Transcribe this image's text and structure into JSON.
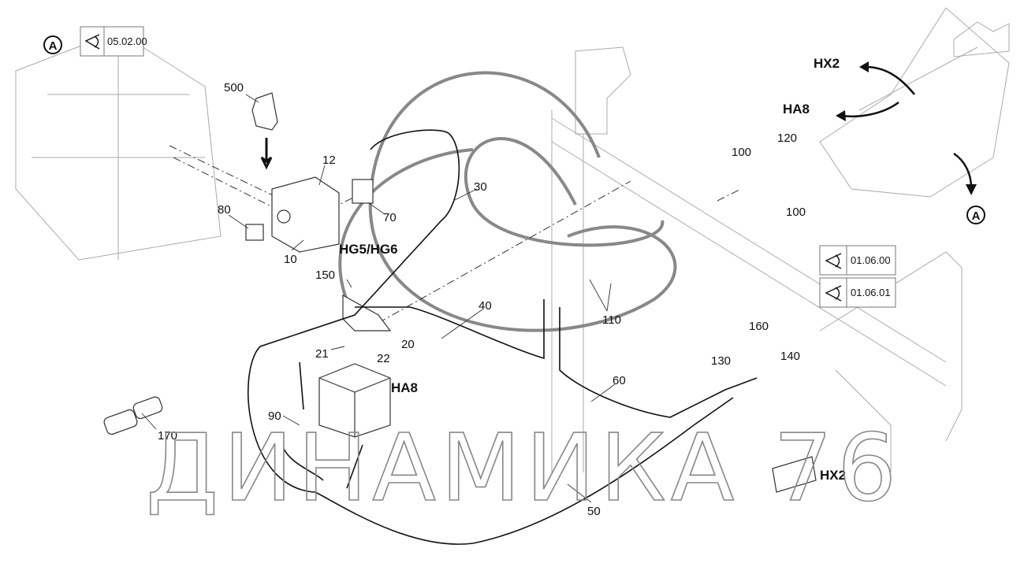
{
  "watermark": "ДИНАМИКА 76",
  "reference_boxes": [
    {
      "code": "05.02.00",
      "icon": "eye-view-icon"
    },
    {
      "code": "01.06.00",
      "icon": "eye-view-icon"
    },
    {
      "code": "01.06.01",
      "icon": "eye-view-icon"
    }
  ],
  "view_markers": [
    "A",
    "A"
  ],
  "group_labels": {
    "hg5_hg6": "HG5/HG6",
    "ha8_main": "HA8",
    "hx2_bottom": "HX2",
    "hx2_top": "HX2",
    "ha8_top": "HA8"
  },
  "part_numbers": {
    "p500": "500",
    "p12": "12",
    "p80": "80",
    "p10": "10",
    "p70": "70",
    "p30": "30",
    "p150": "150",
    "p21": "21",
    "p22": "22",
    "p20": "20",
    "p40": "40",
    "p90": "90",
    "p170": "170",
    "p110": "110",
    "p60": "60",
    "p50": "50",
    "p160": "160",
    "p130": "130",
    "p140": "140",
    "p100a": "100",
    "p120": "120",
    "p100b": "100"
  }
}
